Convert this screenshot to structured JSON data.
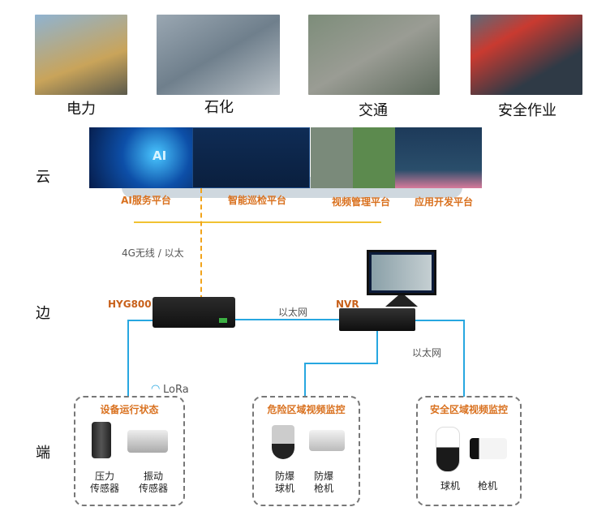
{
  "industries": [
    "电力",
    "石化",
    "交通",
    "安全作业"
  ],
  "tiers": {
    "cloud": "云",
    "edge": "边",
    "end": "端"
  },
  "platforms": [
    "AI服务平台",
    "智能巡检平台",
    "视频管理平台",
    "应用开发平台"
  ],
  "ai_logo": "AI",
  "links": {
    "wireless": "4G无线 / 以太",
    "ethernet1": "以太网",
    "ethernet2": "以太网",
    "lora": "LoRa"
  },
  "devices": {
    "gateway": "HYG800",
    "nvr": "NVR"
  },
  "groups": [
    {
      "title": "设备运行状态",
      "items": [
        "压力\n传感器",
        "振动\n传感器"
      ]
    },
    {
      "title": "危险区域视频监控",
      "items": [
        "防爆\n球机",
        "防爆\n枪机"
      ]
    },
    {
      "title": "安全区域视频监控",
      "items": [
        "球机",
        "枪机"
      ]
    }
  ],
  "colors": {
    "orange": "#d9711f",
    "blue": "#27a7e0",
    "yellow": "#f1c232"
  }
}
